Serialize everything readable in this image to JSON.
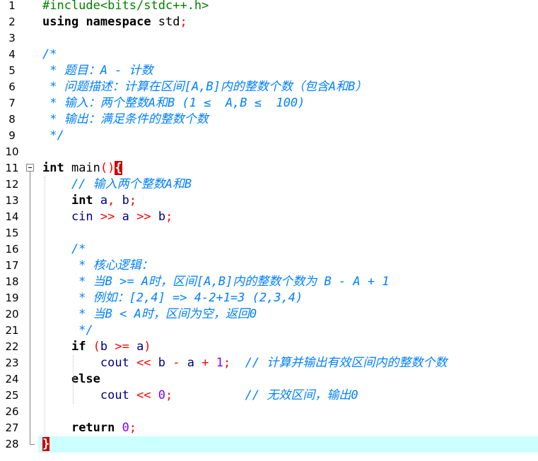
{
  "editor": {
    "lines": [
      {
        "n": "1",
        "tokens": [
          {
            "t": "#include<bits/stdc++.h>",
            "c": "pre"
          }
        ]
      },
      {
        "n": "2",
        "tokens": [
          {
            "t": "using",
            "c": "kw"
          },
          {
            "t": " ",
            "c": ""
          },
          {
            "t": "namespace",
            "c": "kw"
          },
          {
            "t": " std",
            "c": "ns"
          },
          {
            "t": ";",
            "c": "op"
          }
        ]
      },
      {
        "n": "3",
        "tokens": []
      },
      {
        "n": "4",
        "tokens": [
          {
            "t": "/*",
            "c": "cm"
          }
        ]
      },
      {
        "n": "5",
        "tokens": [
          {
            "t": " * 题目：A - 计数",
            "c": "cm"
          }
        ]
      },
      {
        "n": "6",
        "tokens": [
          {
            "t": " * 问题描述：计算在区间[A,B]内的整数个数（包含A和B）",
            "c": "cm"
          }
        ]
      },
      {
        "n": "7",
        "tokens": [
          {
            "t": " * 输入：两个整数A和B (1 ≤  A,B ≤  100)",
            "c": "cm"
          }
        ]
      },
      {
        "n": "8",
        "tokens": [
          {
            "t": " * 输出：满足条件的整数个数",
            "c": "cm"
          }
        ]
      },
      {
        "n": "9",
        "tokens": [
          {
            "t": " */",
            "c": "cm"
          }
        ]
      },
      {
        "n": "10",
        "tokens": []
      },
      {
        "n": "11",
        "tokens": [
          {
            "t": "int",
            "c": "ty"
          },
          {
            "t": " main",
            "c": "fn"
          },
          {
            "t": "()",
            "c": "op"
          },
          {
            "t": "{",
            "c": "brace-hl"
          }
        ]
      },
      {
        "n": "12",
        "tokens": [
          {
            "t": "    // 输入两个整数A和B",
            "c": "cm"
          }
        ]
      },
      {
        "n": "13",
        "tokens": [
          {
            "t": "    ",
            "c": ""
          },
          {
            "t": "int",
            "c": "ty"
          },
          {
            "t": " a",
            "c": "id"
          },
          {
            "t": ",",
            "c": "op"
          },
          {
            "t": " b",
            "c": "id"
          },
          {
            "t": ";",
            "c": "op"
          }
        ]
      },
      {
        "n": "14",
        "tokens": [
          {
            "t": "    cin",
            "c": "id"
          },
          {
            "t": " >>",
            "c": "op"
          },
          {
            "t": " a",
            "c": "id"
          },
          {
            "t": " >>",
            "c": "op"
          },
          {
            "t": " b",
            "c": "id"
          },
          {
            "t": ";",
            "c": "op"
          }
        ]
      },
      {
        "n": "15",
        "tokens": []
      },
      {
        "n": "16",
        "tokens": [
          {
            "t": "    /*",
            "c": "cm"
          }
        ]
      },
      {
        "n": "17",
        "tokens": [
          {
            "t": "     * 核心逻辑：",
            "c": "cm"
          }
        ]
      },
      {
        "n": "18",
        "tokens": [
          {
            "t": "     * 当B >= A时，区间[A,B]内的整数个数为 B - A + 1",
            "c": "cm"
          }
        ]
      },
      {
        "n": "19",
        "tokens": [
          {
            "t": "     * 例如：[2,4] => 4-2+1=3 (2,3,4)",
            "c": "cm"
          }
        ]
      },
      {
        "n": "20",
        "tokens": [
          {
            "t": "     * 当B < A时，区间为空，返回0",
            "c": "cm"
          }
        ]
      },
      {
        "n": "21",
        "tokens": [
          {
            "t": "     */",
            "c": "cm"
          }
        ]
      },
      {
        "n": "22",
        "tokens": [
          {
            "t": "    ",
            "c": ""
          },
          {
            "t": "if",
            "c": "kw"
          },
          {
            "t": " (",
            "c": "op"
          },
          {
            "t": "b",
            "c": "id"
          },
          {
            "t": " >=",
            "c": "op"
          },
          {
            "t": " a",
            "c": "id"
          },
          {
            "t": ")",
            "c": "op"
          }
        ]
      },
      {
        "n": "23",
        "tokens": [
          {
            "t": "        cout",
            "c": "id"
          },
          {
            "t": " <<",
            "c": "op"
          },
          {
            "t": " b",
            "c": "id"
          },
          {
            "t": " -",
            "c": "op"
          },
          {
            "t": " a",
            "c": "id"
          },
          {
            "t": " +",
            "c": "op"
          },
          {
            "t": " 1",
            "c": "num"
          },
          {
            "t": ";",
            "c": "op"
          },
          {
            "t": "  // 计算并输出有效区间内的整数个数",
            "c": "cm"
          }
        ]
      },
      {
        "n": "24",
        "tokens": [
          {
            "t": "    ",
            "c": ""
          },
          {
            "t": "else",
            "c": "kw"
          }
        ]
      },
      {
        "n": "25",
        "tokens": [
          {
            "t": "        cout",
            "c": "id"
          },
          {
            "t": " <<",
            "c": "op"
          },
          {
            "t": " 0",
            "c": "num"
          },
          {
            "t": ";",
            "c": "op"
          },
          {
            "t": "          // 无效区间，输出0",
            "c": "cm"
          }
        ]
      },
      {
        "n": "26",
        "tokens": []
      },
      {
        "n": "27",
        "tokens": [
          {
            "t": "    ",
            "c": ""
          },
          {
            "t": "return",
            "c": "kw"
          },
          {
            "t": " 0",
            "c": "num"
          },
          {
            "t": ";",
            "c": "op"
          }
        ]
      },
      {
        "n": "28",
        "tokens": [
          {
            "t": "}",
            "c": "brace-end"
          }
        ]
      }
    ],
    "current_line": "28",
    "fold_start_line": "11",
    "fold_end_line": "28",
    "colors": {
      "preprocessor": "#008000",
      "comment": "#0080ff",
      "operator": "#ff0000",
      "number": "#8000ff",
      "identifier": "#000080",
      "brace_match": "#cc0000",
      "current_line_bg": "#ccffff"
    },
    "icons": {
      "fold_marker": "fold-minus-icon",
      "fold_end": "fold-end-icon"
    }
  }
}
